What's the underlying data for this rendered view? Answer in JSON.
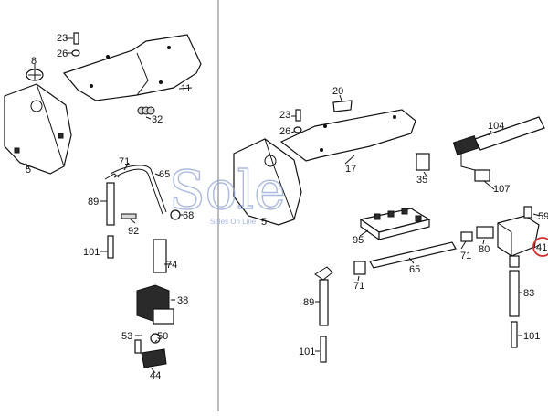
{
  "diagram": {
    "left_labels": [
      "23",
      "8",
      "26",
      "11",
      "32",
      "5",
      "71",
      "65",
      "89",
      "92",
      "68",
      "101",
      "74",
      "38",
      "53",
      "50",
      "44"
    ],
    "right_labels": [
      "20",
      "23",
      "26",
      "104",
      "17",
      "35",
      "107",
      "5",
      "59",
      "95",
      "71",
      "80",
      "41",
      "65",
      "71",
      "89",
      "83",
      "101",
      "101"
    ],
    "highlighted_label": "41",
    "highlight_color": "#d32f2f",
    "watermark": "Sole",
    "watermark_subtitle": "Sales On Line"
  }
}
